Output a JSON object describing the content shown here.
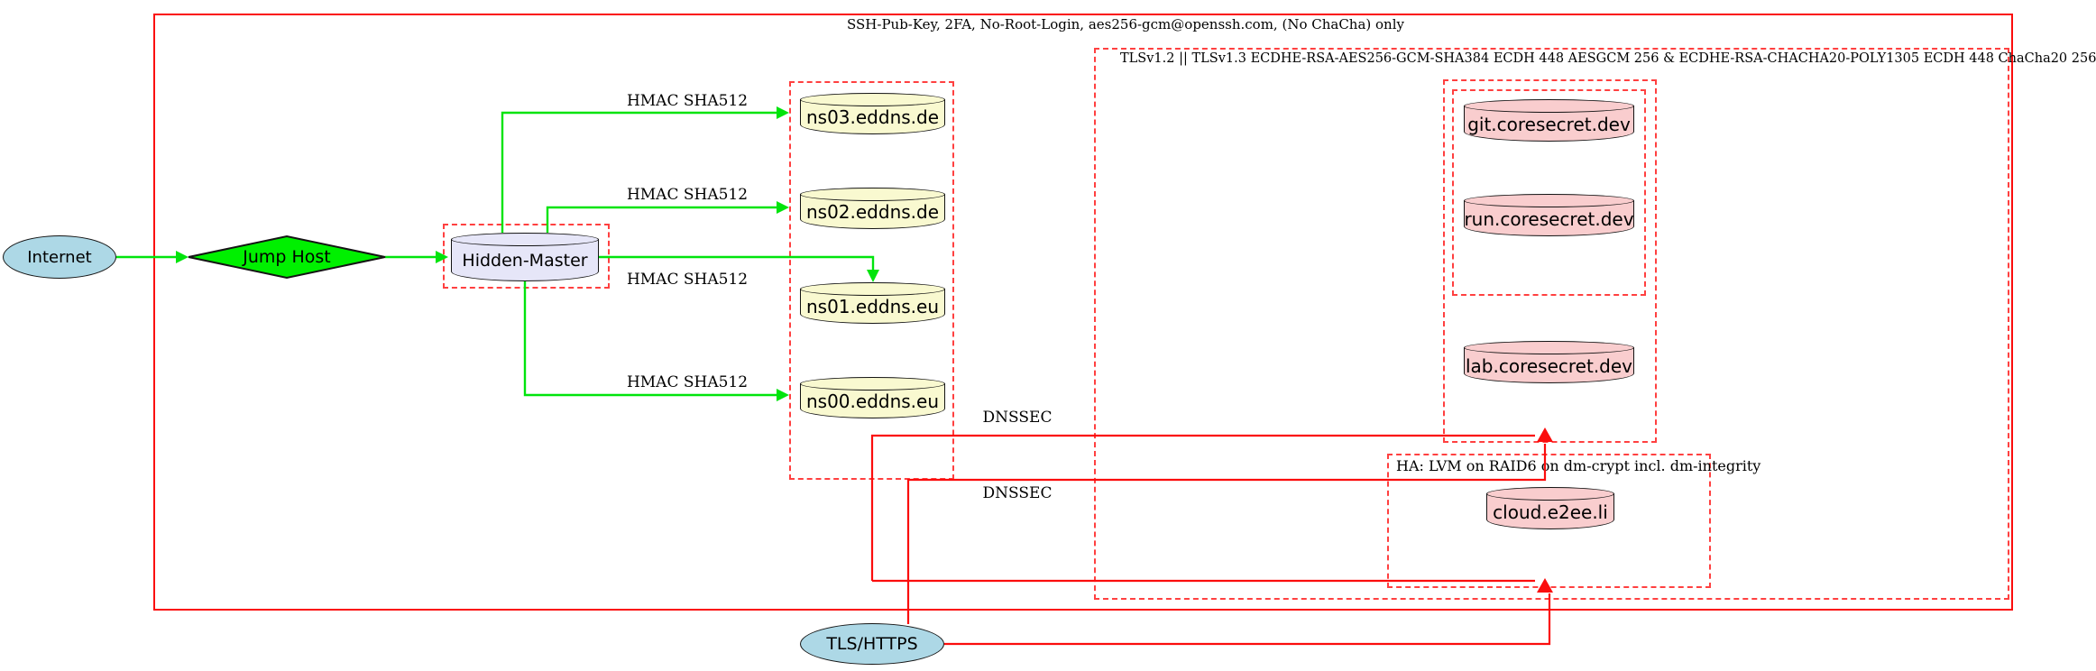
{
  "diagram": {
    "clusters": {
      "outer": {
        "label": "SSH-Pub-Key, 2FA, No-Root-Login, aes256-gcm@openssh.com, (No ChaCha) only"
      },
      "tls": {
        "label": "TLSv1.2 || TLSv1.3 ECDHE-RSA-AES256-GCM-SHA384 ECDH 448 AESGCM 256 & ECDHE-RSA-CHACHA20-POLY1305 ECDH 448 ChaCha20 256"
      },
      "ha": {
        "label": "HA: LVM on RAID6 on dm-crypt incl. dm-integrity"
      }
    },
    "nodes": {
      "internet": {
        "label": "Internet",
        "shape": "ellipse",
        "fill": "#add8e6"
      },
      "jump_host": {
        "label": "Jump Host",
        "shape": "diamond",
        "fill": "#00f000"
      },
      "hidden_master": {
        "label": "Hidden-Master",
        "shape": "cylinder",
        "fill": "#e6e6f8"
      },
      "ns03": {
        "label": "ns03.eddns.de",
        "shape": "cylinder",
        "fill": "#f9f9d0"
      },
      "ns02": {
        "label": "ns02.eddns.de",
        "shape": "cylinder",
        "fill": "#f9f9d0"
      },
      "ns01": {
        "label": "ns01.eddns.eu",
        "shape": "cylinder",
        "fill": "#f9f9d0"
      },
      "ns00": {
        "label": "ns00.eddns.eu",
        "shape": "cylinder",
        "fill": "#f9f9d0"
      },
      "git": {
        "label": "git.coresecret.dev",
        "shape": "cylinder",
        "fill": "#f9cdce"
      },
      "run": {
        "label": "run.coresecret.dev",
        "shape": "cylinder",
        "fill": "#f9cdce"
      },
      "lab": {
        "label": "lab.coresecret.dev",
        "shape": "cylinder",
        "fill": "#f9cdce"
      },
      "cloud": {
        "label": "cloud.e2ee.li",
        "shape": "cylinder",
        "fill": "#f9cdce"
      },
      "tls_https": {
        "label": "TLS/HTTPS",
        "shape": "ellipse",
        "fill": "#add8e6"
      }
    },
    "edge_labels": {
      "hmac": "HMAC SHA512",
      "dnssec": "DNSSEC"
    },
    "colors": {
      "edge_green": "#00e40c",
      "edge_red": "#fb0d0d",
      "cluster_dashed_red": "#ff4040",
      "node_blue": "#add8e6",
      "node_green": "#00f000",
      "node_lavender": "#e6e6f8",
      "node_yellow": "#f9f9d0",
      "node_pink": "#f9cdce"
    }
  }
}
